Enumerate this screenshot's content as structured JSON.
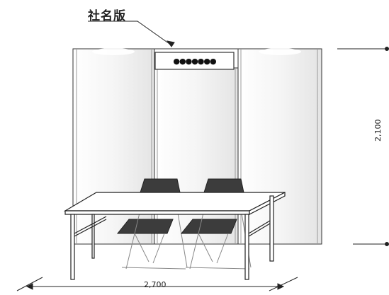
{
  "labels": {
    "sign": "社名版",
    "nameplate": "●●●●●●●",
    "height_dimension": "2,100",
    "width_dimension": "2,700"
  },
  "colors": {
    "line": "#222222",
    "panel_fill": "#f4f4f4",
    "panel_shade": "#e6e6e6",
    "chair_seat": "#3c3c3c"
  }
}
